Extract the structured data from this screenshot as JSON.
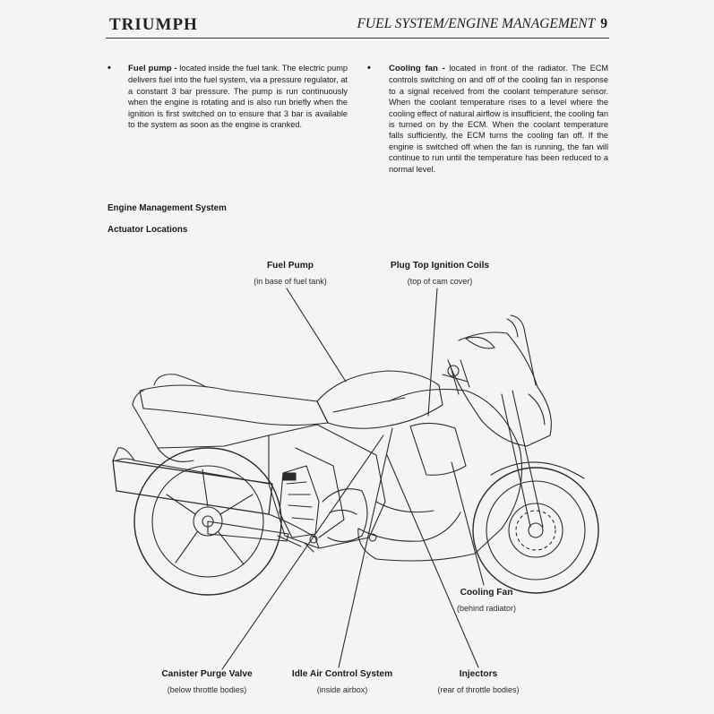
{
  "header": {
    "logo": "Triumph",
    "section_title": "FUEL SYSTEM/ENGINE MANAGEMENT",
    "page_number": "9"
  },
  "bullets": [
    {
      "term": "Fuel pump -",
      "text": " located inside the fuel tank. The electric pump delivers fuel into the fuel system, via a pressure regulator, at a constant 3 bar pressure. The pump is run continuously when the engine is rotating and is also run briefly when the ignition is first switched on to ensure that 3 bar is available to the system as soon as the engine is cranked."
    },
    {
      "term": "Cooling fan -",
      "text": " located in front of the radiator. The ECM controls switching on and off of the cooling fan in response to a signal received from the coolant temperature sensor. When the coolant temperature rises to a level where the cooling effect of natural airflow is insufficient, the cooling fan is turned on by the ECM. When the coolant temperature falls sufficiently, the ECM turns the cooling fan off. If the engine is switched off when the fan is running, the fan will continue to run until the temperature has been reduced to a normal level."
    }
  ],
  "headings": {
    "system": "Engine Management System",
    "locations": "Actuator Locations"
  },
  "labels": {
    "fuel_pump": {
      "title": "Fuel Pump",
      "sub": "(in base of fuel tank)"
    },
    "ignition_coils": {
      "title": "Plug Top Ignition Coils",
      "sub": "(top of cam cover)"
    },
    "cooling_fan": {
      "title": "Cooling Fan",
      "sub": "(behind radiator)"
    },
    "purge_valve": {
      "title": "Canister Purge Valve",
      "sub": "(below throttle bodies)"
    },
    "idle_air": {
      "title": "Idle Air Control System",
      "sub": "(inside airbox)"
    },
    "injectors": {
      "title": "Injectors",
      "sub": "(rear of throttle bodies)"
    }
  },
  "colors": {
    "ink": "#1a1a1a",
    "paper": "#f4f4f2"
  }
}
